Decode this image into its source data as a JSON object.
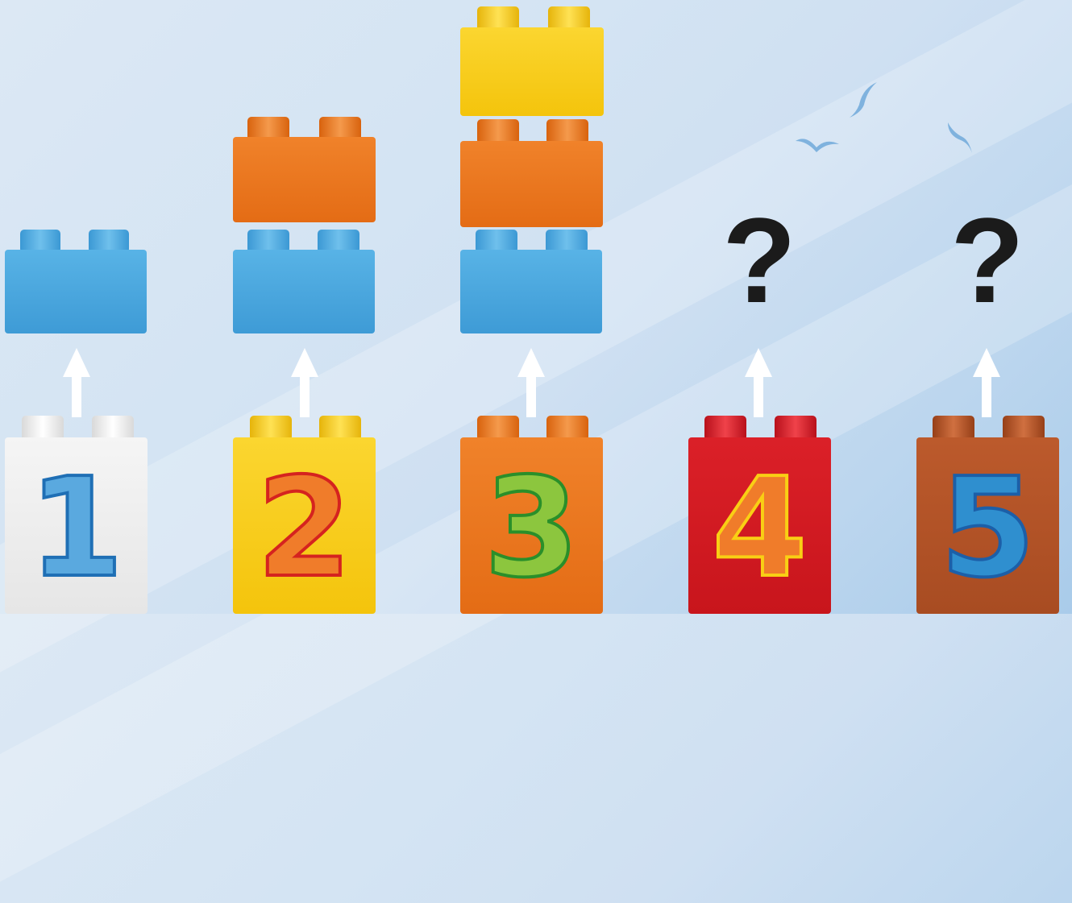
{
  "numbers": [
    "1",
    "2",
    "3",
    "4",
    "5"
  ],
  "question_marks": [
    "?",
    "?"
  ],
  "colors": {
    "blue": "#4aa8df",
    "blue_dark": "#2f8fcf",
    "orange": "#ee7a1c",
    "orange_dark": "#d9650d",
    "yellow": "#f9cf14",
    "yellow_dark": "#e8b80a",
    "white": "#f1f1f1",
    "red": "#d51920",
    "brown": "#b15327",
    "sky": "#cfe0f2"
  },
  "number_bricks": [
    {
      "label": "1",
      "color": "#f1f1f1",
      "numeral_fill": "#5aa9df",
      "numeral_stroke": "#1f6fb5"
    },
    {
      "label": "2",
      "color": "#f9cf14",
      "numeral_fill": "#f07c2a",
      "numeral_stroke": "#d5231f"
    },
    {
      "label": "3",
      "color": "#ee7a1c",
      "numeral_fill": "#8cc63e",
      "numeral_stroke": "#2a8f2a"
    },
    {
      "label": "4",
      "color": "#d51920",
      "numeral_fill": "#f07c2a",
      "numeral_stroke": "#f9cf14"
    },
    {
      "label": "5",
      "color": "#b15327",
      "numeral_fill": "#2f8fcf",
      "numeral_stroke": "#1c5fa8"
    }
  ],
  "stacks": [
    {
      "bricks": [
        "blue"
      ]
    },
    {
      "bricks": [
        "blue",
        "orange"
      ]
    },
    {
      "bricks": [
        "blue",
        "orange",
        "yellow"
      ]
    }
  ],
  "decorations": [
    "seagull-icon",
    "seagull-icon",
    "seagull-icon"
  ]
}
